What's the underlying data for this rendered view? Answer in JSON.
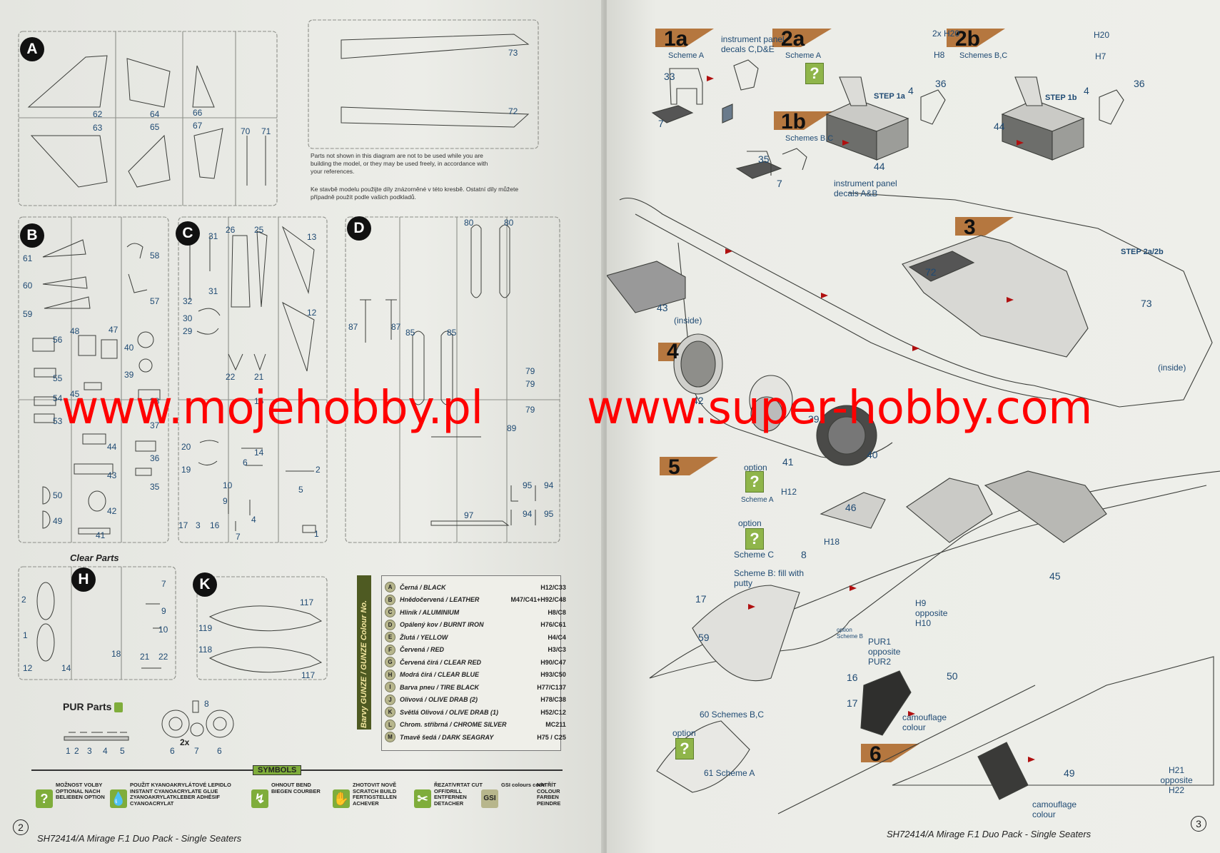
{
  "left_page": {
    "sprues": {
      "A": {
        "letter": "A",
        "labels": [
          "73",
          "72",
          "62",
          "63",
          "64",
          "65",
          "66",
          "67",
          "70",
          "71"
        ]
      },
      "B": {
        "letter": "B",
        "labels": [
          "61",
          "58",
          "60",
          "57",
          "59",
          "56",
          "48",
          "47",
          "40",
          "39",
          "55",
          "54",
          "53",
          "44",
          "43",
          "36",
          "35",
          "50",
          "49",
          "42",
          "41",
          "45",
          "38",
          "37"
        ]
      },
      "C": {
        "letter": "C",
        "labels": [
          "31",
          "26",
          "25",
          "13",
          "31",
          "32",
          "30",
          "29",
          "12",
          "22",
          "21",
          "15",
          "14",
          "20",
          "19",
          "10",
          "9",
          "2",
          "17",
          "16",
          "7",
          "4",
          "1",
          "3",
          "5",
          "6"
        ]
      },
      "D": {
        "letter": "D",
        "labels": [
          "80",
          "80",
          "87",
          "87",
          "85",
          "85",
          "79",
          "79",
          "79",
          "89",
          "95",
          "94",
          "94",
          "95",
          "97"
        ]
      },
      "H": {
        "letter": "H",
        "title": "Clear Parts",
        "labels": [
          "7",
          "2",
          "9",
          "1",
          "10",
          "18",
          "21",
          "22",
          "12",
          "14"
        ]
      },
      "K": {
        "letter": "K",
        "labels": [
          "117",
          "119",
          "118",
          "117"
        ]
      }
    },
    "parts_note_en": "Parts not shown in this diagram are not to be used while you are building the model, or they may be used freely, in accordance with your references.",
    "parts_note_cz": "Ke stavbě modelu použijte díly znázorněné v této kresbě. Ostatní díly můžete případně použít podle vašich podkladů.",
    "pur": {
      "title": "PUR Parts",
      "labels": [
        "1",
        "2",
        "3",
        "4",
        "5",
        "6",
        "7",
        "6",
        "8"
      ],
      "mult": "2x"
    },
    "paint_header": "Barvy GUNZE / GUNZE Colour No.",
    "paints": [
      {
        "code": "A",
        "name": "Černá / BLACK",
        "ref": "H12/C33"
      },
      {
        "code": "B",
        "name": "Hnědočervená / LEATHER",
        "ref": "M47/C41+H92/C48"
      },
      {
        "code": "C",
        "name": "Hliník / ALUMINIUM",
        "ref": "H8/C8"
      },
      {
        "code": "D",
        "name": "Opálený kov / BURNT IRON",
        "ref": "H76/C61"
      },
      {
        "code": "E",
        "name": "Žlutá / YELLOW",
        "ref": "H4/C4"
      },
      {
        "code": "F",
        "name": "Červená / RED",
        "ref": "H3/C3"
      },
      {
        "code": "G",
        "name": "Červená čirá / CLEAR RED",
        "ref": "H90/C47"
      },
      {
        "code": "H",
        "name": "Modrá čirá / CLEAR BLUE",
        "ref": "H93/C50"
      },
      {
        "code": "I",
        "name": "Barva pneu / TIRE BLACK",
        "ref": "H77/C137"
      },
      {
        "code": "J",
        "name": "Olivová / OLIVE DRAB (2)",
        "ref": "H78/C38"
      },
      {
        "code": "K",
        "name": "Světlá Olivová / OLIVE DRAB (1)",
        "ref": "H52/C12"
      },
      {
        "code": "L",
        "name": "Chrom. stříbrná / CHROME SILVER",
        "ref": "MC211"
      },
      {
        "code": "M",
        "name": "Tmavě šedá / DARK SEAGRAY",
        "ref": "H75 / C25"
      }
    ],
    "symbols_title": "SYMBOLS",
    "symbols": [
      {
        "icon": "?",
        "text": "MOŽNOST VOLBY OPTIONAL NACH BELIEBEN OPTION"
      },
      {
        "icon": "💧",
        "text": "POUŽIT KYANOAKRYLÁTOVÉ LEPIDLO INSTANT CYANOACRYLATE GLUE ZYANOAKRYLATKLEBER ADHÉSIF CYANOACRYLAT"
      },
      {
        "icon": "↯",
        "text": "OHNOUT BEND BIEGEN COURBER"
      },
      {
        "icon": "✋",
        "text": "ZHOTOVIT NOVĚ SCRATCH BUILD FERTIGSTELLEN ACHEVER"
      },
      {
        "icon": "✂",
        "text": "ŘEZAT/VRTAT CUT OFF/DRILL ENTFERNEN DETACHER"
      },
      {
        "icon": "GSI",
        "text": "GSI colours code"
      },
      {
        "icon": "",
        "text": "NATŘÍT COLOUR FARBEN PEINDRE"
      }
    ],
    "page_number": "2",
    "footer": "SH72414/A Mirage F.1 Duo Pack - Single Seaters"
  },
  "right_page": {
    "steps": [
      {
        "num": "1a",
        "sub": "Scheme A"
      },
      {
        "num": "1b",
        "sub": "Schemes B,C"
      },
      {
        "num": "2a",
        "sub": "Scheme A"
      },
      {
        "num": "2b",
        "sub": "Schemes B,C"
      },
      {
        "num": "3",
        "sub": ""
      },
      {
        "num": "4",
        "sub": ""
      },
      {
        "num": "5",
        "sub": ""
      },
      {
        "num": "6",
        "sub": ""
      }
    ],
    "callouts": {
      "instr_cde": "instrument panel decals C,D&E",
      "instr_ab": "instrument panel decals A&B",
      "h20_2x": "2x H20",
      "h8": "H8",
      "h20": "H20",
      "h7": "H7",
      "step1a": "STEP 1a",
      "step1b": "STEP 1b",
      "step2ab": "STEP 2a/2b",
      "inside1": "(inside)",
      "inside2": "(inside)",
      "option1": "option",
      "scheme_a_opt": "Scheme A",
      "h12": "H12",
      "option2": "option",
      "scheme_c": "Scheme C",
      "scheme_b_putty": "Scheme B: fill with putty",
      "h18": "H18",
      "h9": "H9 opposite H10",
      "pur1": "PUR1 opposite PUR2",
      "option_small": "option Scheme B",
      "sixty": "60 Schemes B,C",
      "option3": "option",
      "sixtyone": "61 Scheme A",
      "camo1": "camouflage colour",
      "camo2": "camouflage colour",
      "h21": "H21 opposite H22"
    },
    "part_numbers": [
      "33",
      "7",
      "35",
      "7",
      "36",
      "4",
      "44",
      "36",
      "4",
      "44",
      "43",
      "72",
      "73",
      "42",
      "39",
      "40",
      "41",
      "46",
      "8",
      "17",
      "59",
      "16",
      "17",
      "45",
      "50",
      "49"
    ],
    "page_number": "3",
    "footer": "SH72414/A Mirage F.1 Duo Pack - Single Seaters"
  },
  "watermark": {
    "left": "www.mojehobby.pl",
    "right": "www.super-hobby.com"
  }
}
